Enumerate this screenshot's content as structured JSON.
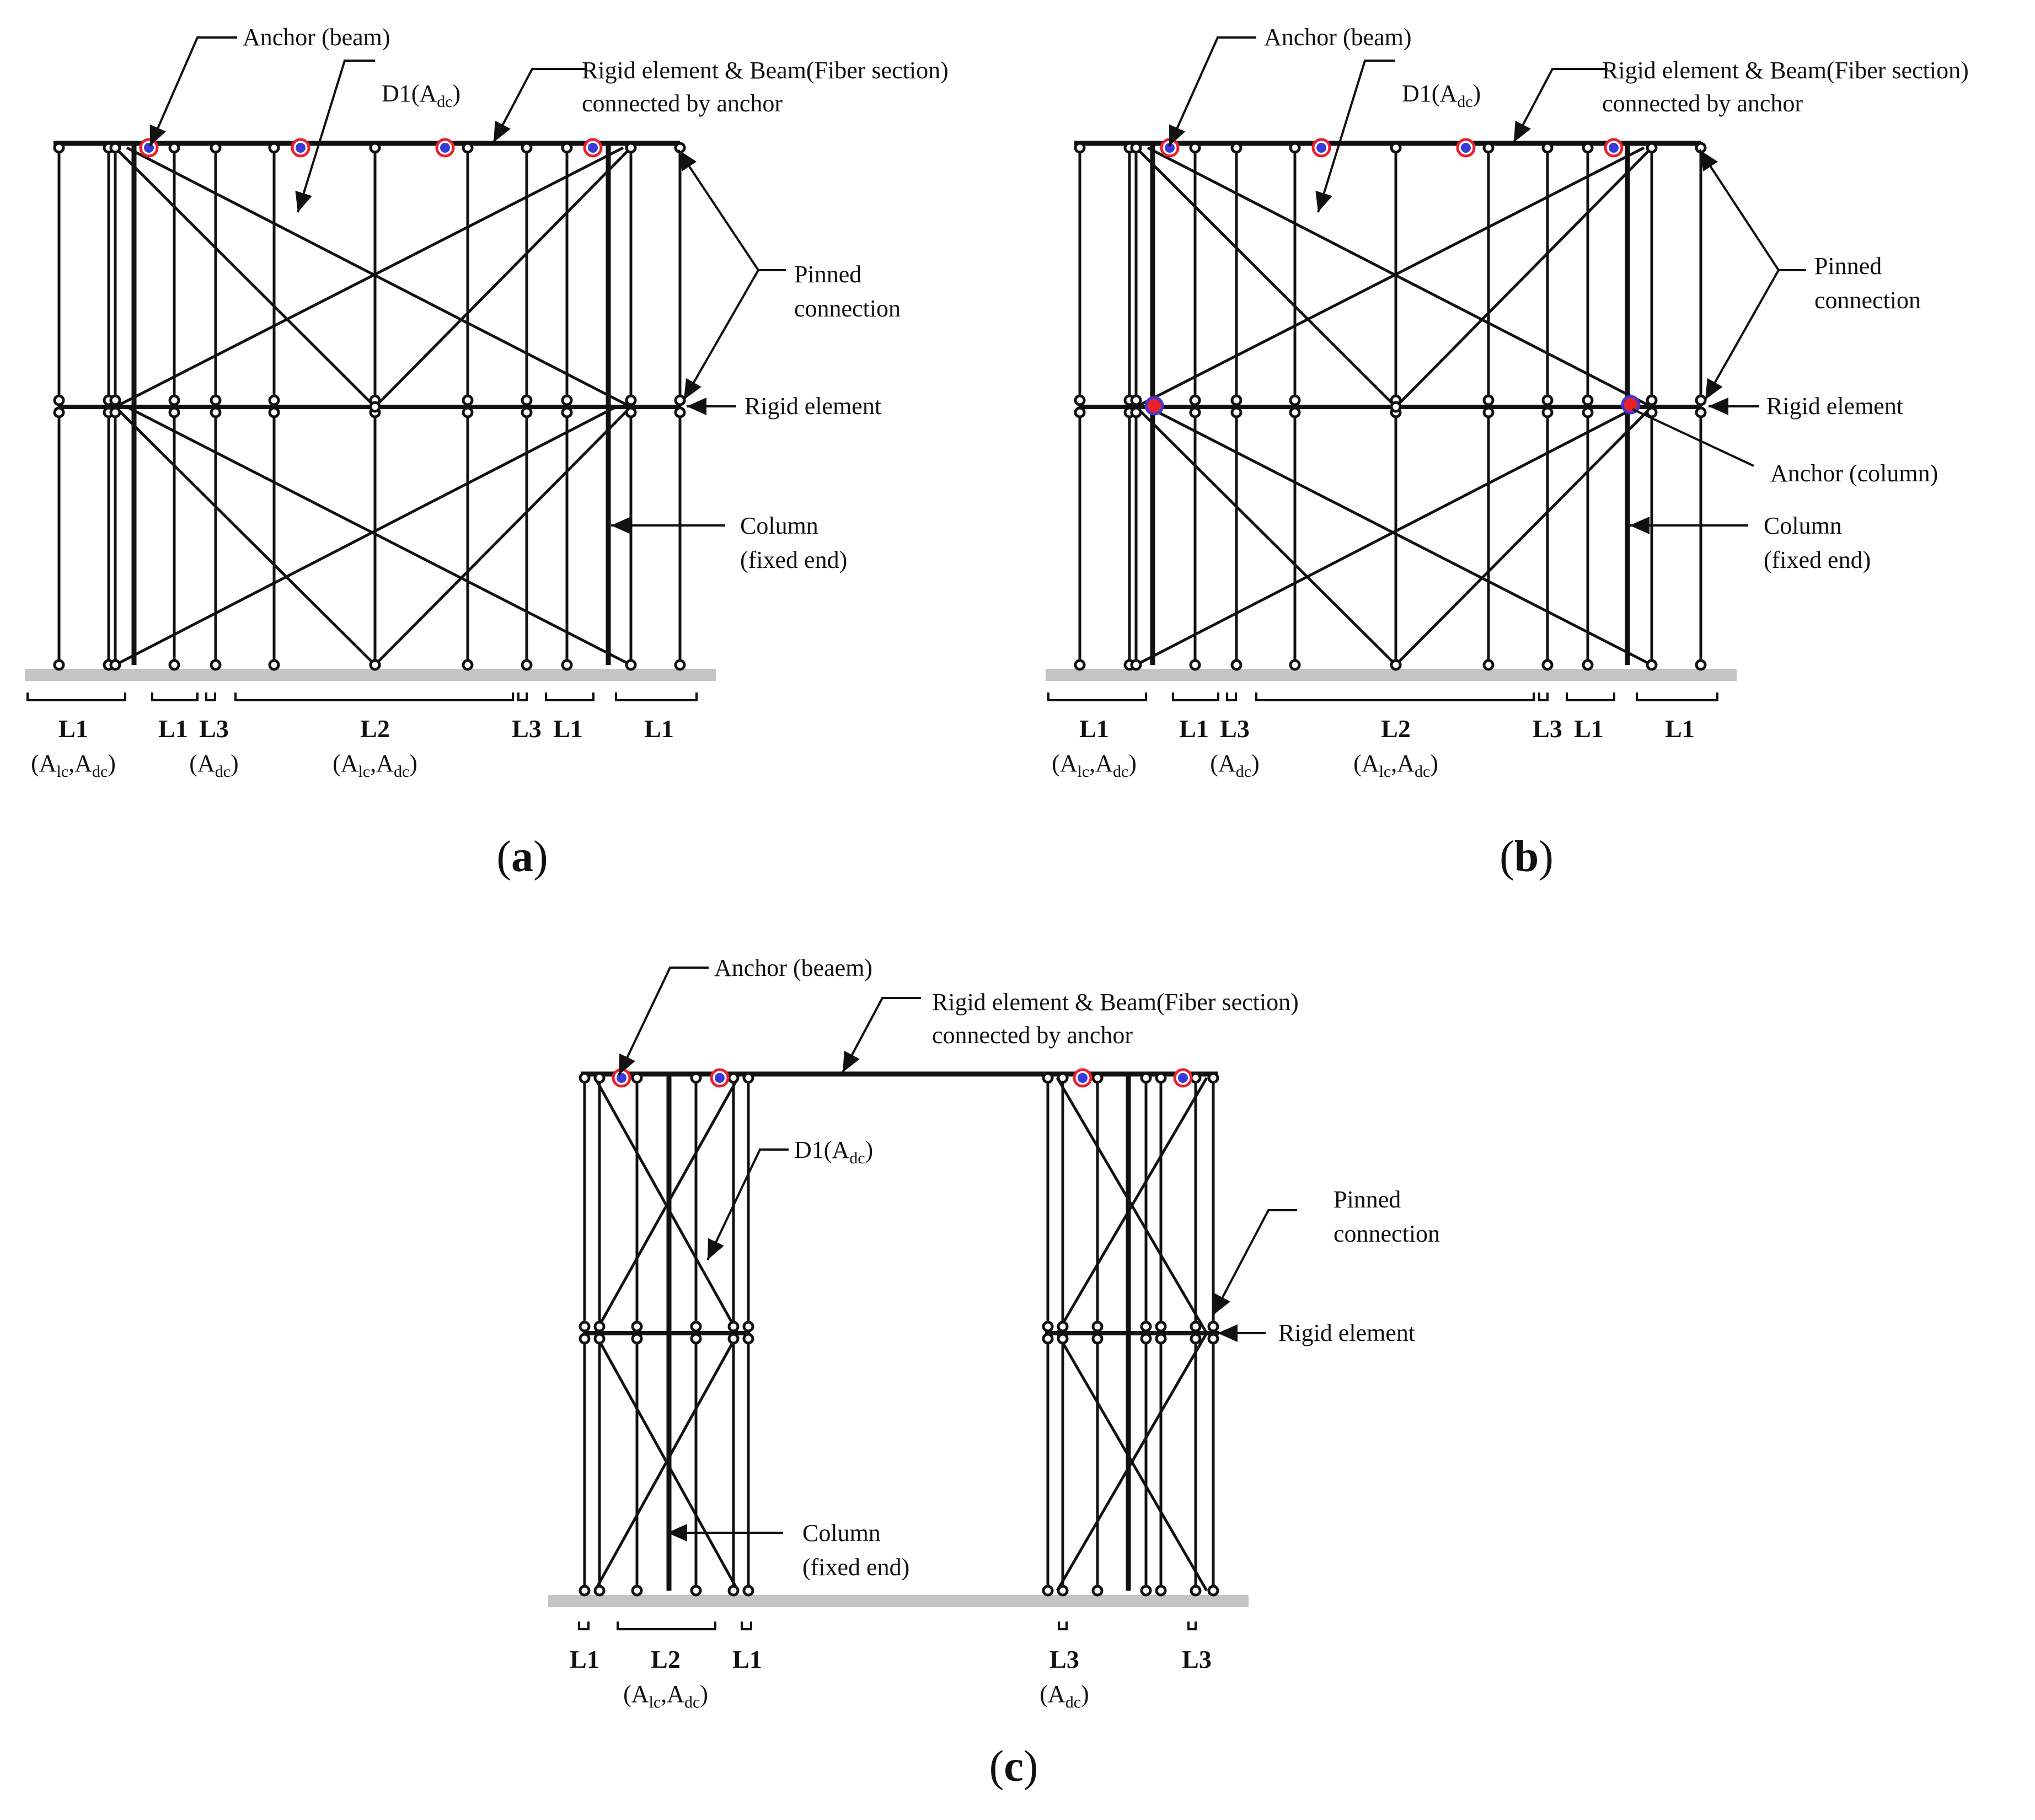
{
  "colors": {
    "member": "#111111",
    "ground": "#c4c4c4",
    "anchor_ring": "#e8212a",
    "anchor_fill": "#3a3ad6",
    "background": "#ffffff"
  },
  "panels": [
    {
      "id": "a",
      "caption_open": "(",
      "caption_letter": "a",
      "caption_close": ")",
      "labels": {
        "anchor_beam": "Anchor (beam)",
        "d1_main": "D1(A",
        "d1_sub": "dc",
        "d1_close": ")",
        "rigid_beam_line1": "Rigid element & Beam(Fiber section)",
        "rigid_beam_line2": "connected by anchor",
        "pinned_line1": "Pinned",
        "pinned_line2": "connection",
        "rigid": "Rigid element",
        "column_line1": "Column",
        "column_line2": "(fixed end)"
      },
      "spans": [
        {
          "name": "L1",
          "detail": [
            "A",
            "lc",
            ",A",
            "dc"
          ]
        },
        {
          "name": "L1",
          "detail": null
        },
        {
          "name": "L3",
          "detail": [
            "A",
            "dc"
          ]
        },
        {
          "name": "L2",
          "detail": [
            "A",
            "lc",
            ",A",
            "dc"
          ]
        },
        {
          "name": "L3",
          "detail": null
        },
        {
          "name": "L1",
          "detail": null
        },
        {
          "name": "L1",
          "detail": null
        }
      ]
    },
    {
      "id": "b",
      "caption_open": "(",
      "caption_letter": "b",
      "caption_close": ")",
      "labels": {
        "anchor_beam": "Anchor (beam)",
        "d1_main": "D1(A",
        "d1_sub": "dc",
        "d1_close": ")",
        "rigid_beam_line1": "Rigid element & Beam(Fiber section)",
        "rigid_beam_line2": "connected by anchor",
        "pinned_line1": "Pinned",
        "pinned_line2": "connection",
        "rigid": "Rigid element",
        "anchor_column": "Anchor (column)",
        "column_line1": "Column",
        "column_line2": "(fixed end)"
      },
      "spans": [
        {
          "name": "L1",
          "detail": [
            "A",
            "lc",
            ",A",
            "dc"
          ]
        },
        {
          "name": "L1",
          "detail": null
        },
        {
          "name": "L3",
          "detail": [
            "A",
            "dc"
          ]
        },
        {
          "name": "L2",
          "detail": [
            "A",
            "lc",
            ",A",
            "dc"
          ]
        },
        {
          "name": "L3",
          "detail": null
        },
        {
          "name": "L1",
          "detail": null
        },
        {
          "name": "L1",
          "detail": null
        }
      ]
    },
    {
      "id": "c",
      "caption_open": "(",
      "caption_letter": "c",
      "caption_close": ")",
      "labels": {
        "anchor_beam": "Anchor (beaem)",
        "rigid_beam_line1": "Rigid element & Beam(Fiber section)",
        "rigid_beam_line2": "connected by anchor",
        "d1_main": "D1(A",
        "d1_sub": "dc",
        "d1_close": ")",
        "pinned_line1": "Pinned",
        "pinned_line2": "connection",
        "rigid": "Rigid element",
        "column_line1": "Column",
        "column_line2": "(fixed end)"
      },
      "spans": [
        {
          "name": "L1",
          "detail": null
        },
        {
          "name": "L2",
          "detail": [
            "A",
            "lc",
            ",A",
            "dc"
          ]
        },
        {
          "name": "L1",
          "detail": null
        },
        {
          "name": "L3",
          "detail": [
            "A",
            "dc"
          ]
        },
        {
          "name": "L3",
          "detail": null
        }
      ]
    }
  ]
}
